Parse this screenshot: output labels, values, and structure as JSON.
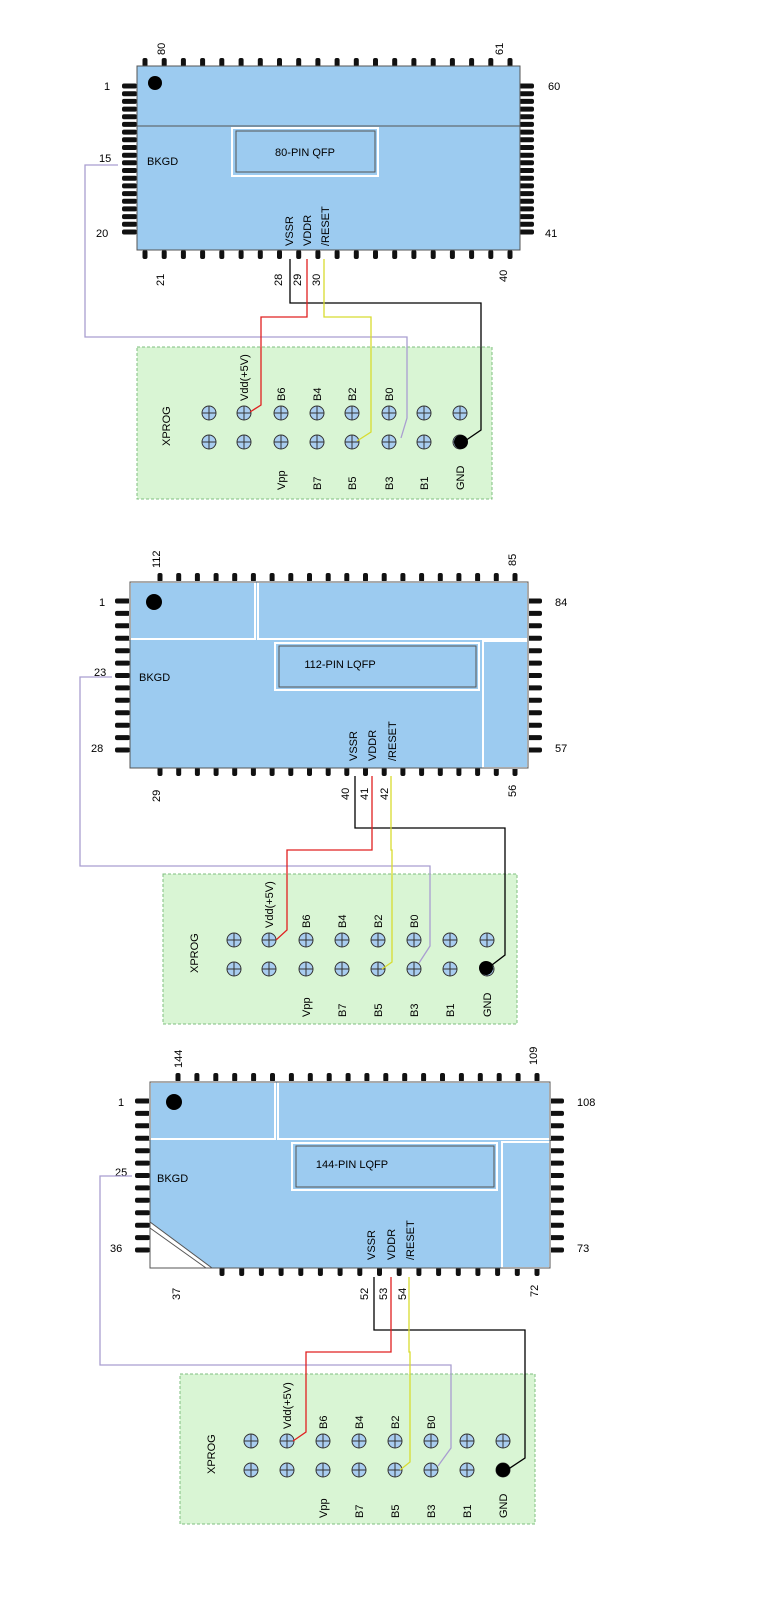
{
  "colors": {
    "chip_fill": "#9ccbf0",
    "header_fill": "#d9f5d4",
    "pin_dot_fill": "#a9cdf0",
    "wire_black": "#000000",
    "wire_red": "#e02020",
    "wire_yellow": "#d8dc30",
    "wire_purple": "#a99ed0"
  },
  "header": {
    "title": "XPROG",
    "top_labels": [
      "Vdd(+5V)",
      "B6",
      "B4",
      "B2",
      "B0"
    ],
    "bottom_labels": [
      "Vpp",
      "B7",
      "B5",
      "B3",
      "B1",
      "GND"
    ]
  },
  "chips": [
    {
      "package_label": "80-PIN QFP",
      "bkgd_label": "BKGD",
      "signal_labels": [
        "VSSR",
        "VDDR",
        "/RESET"
      ],
      "corner_pins": {
        "top_left": "80",
        "top_right": "61",
        "left_top": "1",
        "right_top": "60",
        "left_bottom": "20",
        "right_bottom": "41",
        "bottom_left": "21",
        "bottom_right": "40"
      },
      "bkgd_pin": "15",
      "signal_pins": [
        "28",
        "29",
        "30"
      ]
    },
    {
      "package_label": "112-PIN LQFP",
      "bkgd_label": "BKGD",
      "signal_labels": [
        "VSSR",
        "VDDR",
        "/RESET"
      ],
      "corner_pins": {
        "top_left": "112",
        "top_right": "85",
        "left_top": "1",
        "right_top": "84",
        "left_bottom": "28",
        "right_bottom": "57",
        "bottom_left": "29",
        "bottom_right": "56"
      },
      "bkgd_pin": "23",
      "signal_pins": [
        "40",
        "41",
        "42"
      ]
    },
    {
      "package_label": "144-PIN LQFP",
      "bkgd_label": "BKGD",
      "signal_labels": [
        "VSSR",
        "VDDR",
        "/RESET"
      ],
      "corner_pins": {
        "top_left": "144",
        "top_right": "109",
        "left_top": "1",
        "right_top": "108",
        "left_bottom": "36",
        "right_bottom": "73",
        "bottom_left": "37",
        "bottom_right": "72"
      },
      "bkgd_pin": "25",
      "signal_pins": [
        "52",
        "53",
        "54"
      ]
    }
  ]
}
